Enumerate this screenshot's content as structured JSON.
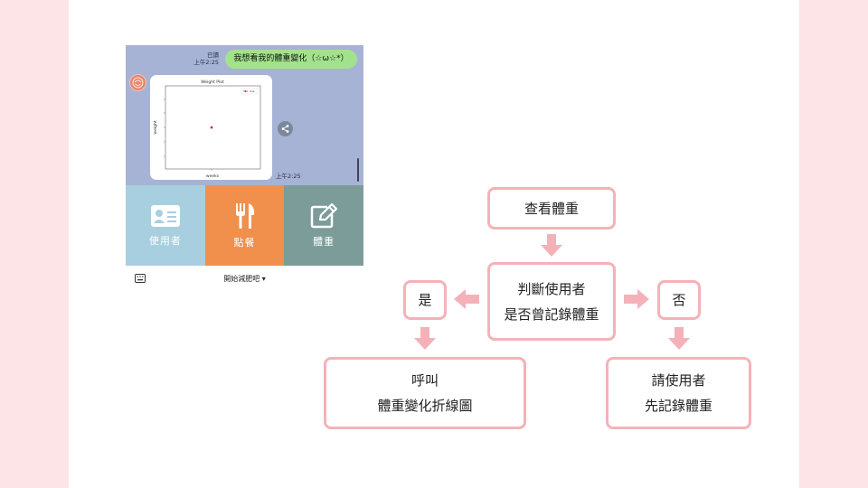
{
  "chat": {
    "read_status": "已讀",
    "sent_time": "上午2:25",
    "user_message": "我想看我的體重變化（☆ω☆*）",
    "reply_time": "上午2:25",
    "chart_card": {
      "title": "Weight Plot",
      "legend": "line",
      "xlabel": "weeks",
      "ylabel": "weight"
    },
    "avatar_icon": "bot-avatar-icon",
    "share_icon": "share-icon"
  },
  "rich_menu": {
    "items": [
      {
        "label": "使用者",
        "icon": "user-card-icon",
        "color": "#a8cfdf"
      },
      {
        "label": "點餐",
        "icon": "fork-knife-icon",
        "color": "#f0904c"
      },
      {
        "label": "體重",
        "icon": "edit-icon",
        "color": "#7c9c9a"
      }
    ],
    "toggle_label": "開始減肥吧 ▾",
    "keyboard_icon": "keyboard-icon"
  },
  "flowchart": {
    "start": "查看體重",
    "decision_line1": "判斷使用者",
    "decision_line2": "是否曾記錄體重",
    "yes_label": "是",
    "no_label": "否",
    "yes_action_line1": "呼叫",
    "yes_action_line2": "體重變化折線圖",
    "no_action_line1": "請使用者",
    "no_action_line2": "先記錄體重"
  },
  "colors": {
    "background": "#fde4e6",
    "border_accent": "#f4b2b8",
    "arrow": "#f4b2b8"
  }
}
